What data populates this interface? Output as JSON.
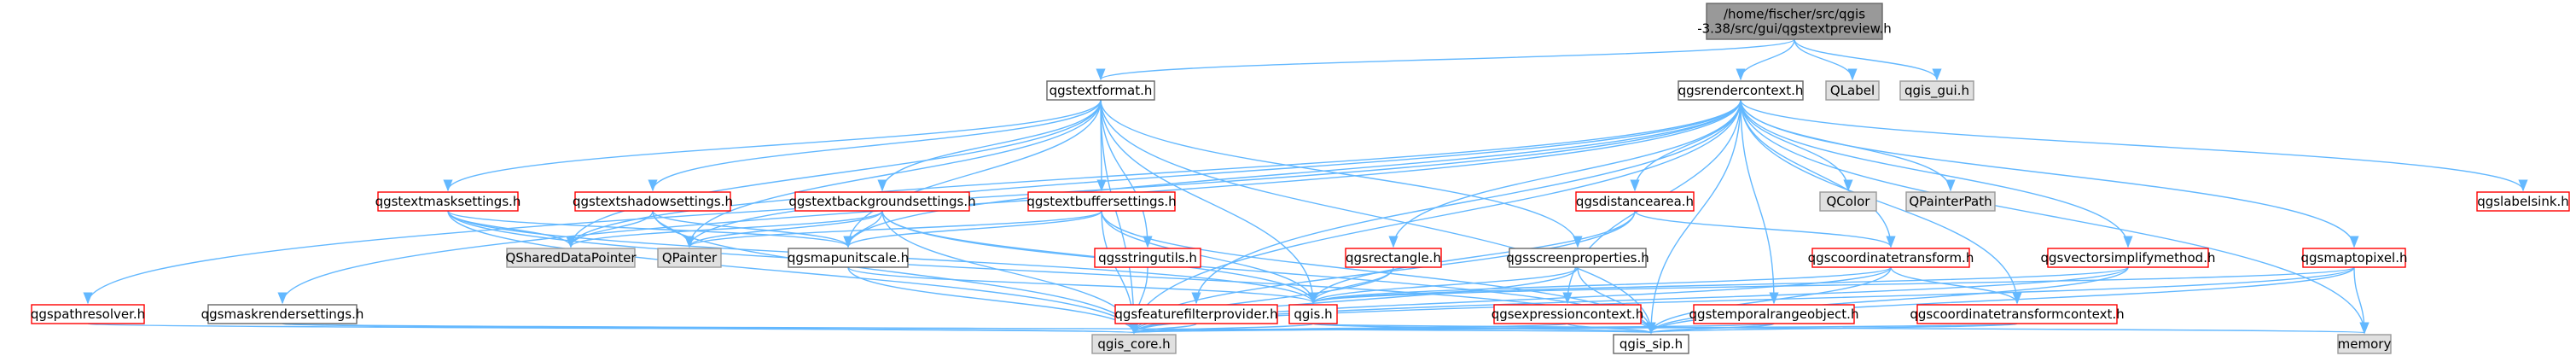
{
  "colors": {
    "edge": "#63b8ff",
    "root_fill": "#999999",
    "root_border": "#666666",
    "linked_fill": "#ffffff",
    "linked_border": "#ff0000",
    "external_fill": "#e0e0e0",
    "external_border": "#999999"
  },
  "nodes": [
    {
      "id": "root",
      "label": "/home/fischer/src/qgis\n-3.38/src/gui/qgstextpreview.h",
      "style": "root"
    },
    {
      "id": "textformat",
      "label": "qgstextformat.h",
      "style": "normal"
    },
    {
      "id": "rendercontext",
      "label": "qgsrendercontext.h",
      "style": "normal"
    },
    {
      "id": "qlabel",
      "label": "QLabel",
      "style": "external"
    },
    {
      "id": "qgisgui",
      "label": "qgis_gui.h",
      "style": "external"
    },
    {
      "id": "textmask",
      "label": "qgstextmasksettings.h",
      "style": "linked"
    },
    {
      "id": "textshadow",
      "label": "qgstextshadowsettings.h",
      "style": "linked"
    },
    {
      "id": "textbg",
      "label": "qgstextbackgroundsettings.h",
      "style": "linked"
    },
    {
      "id": "textbuffer",
      "label": "qgstextbuffersettings.h",
      "style": "linked"
    },
    {
      "id": "distancearea",
      "label": "qgsdistancearea.h",
      "style": "linked"
    },
    {
      "id": "qcolor",
      "label": "QColor",
      "style": "external"
    },
    {
      "id": "qpainterpath",
      "label": "QPainterPath",
      "style": "external"
    },
    {
      "id": "labelsink",
      "label": "qgslabelsink.h",
      "style": "linked"
    },
    {
      "id": "qshared",
      "label": "QSharedDataPointer",
      "style": "external"
    },
    {
      "id": "qpainter",
      "label": "QPainter",
      "style": "external"
    },
    {
      "id": "mapunitscale",
      "label": "qgsmapunitscale.h",
      "style": "normal"
    },
    {
      "id": "stringutils",
      "label": "qgsstringutils.h",
      "style": "linked"
    },
    {
      "id": "rectangle",
      "label": "qgsrectangle.h",
      "style": "linked"
    },
    {
      "id": "screenprops",
      "label": "qgsscreenproperties.h",
      "style": "normal"
    },
    {
      "id": "coordtransform",
      "label": "qgscoordinatetransform.h",
      "style": "linked"
    },
    {
      "id": "vectorsimplify",
      "label": "qgsvectorsimplifymethod.h",
      "style": "linked"
    },
    {
      "id": "maptopixel",
      "label": "qgsmaptopixel.h",
      "style": "linked"
    },
    {
      "id": "pathresolver",
      "label": "qgspathresolver.h",
      "style": "linked"
    },
    {
      "id": "maskrender",
      "label": "qgsmaskrendersettings.h",
      "style": "normal"
    },
    {
      "id": "featurefilter",
      "label": "qgsfeaturefilterprovider.h",
      "style": "linked"
    },
    {
      "id": "qgis",
      "label": "qgis.h",
      "style": "linked"
    },
    {
      "id": "exprcontext",
      "label": "qgsexpressioncontext.h",
      "style": "linked"
    },
    {
      "id": "temporalrange",
      "label": "qgstemporalrangeobject.h",
      "style": "linked"
    },
    {
      "id": "coordtransformctx",
      "label": "qgscoordinatetransformcontext.h",
      "style": "linked"
    },
    {
      "id": "memory",
      "label": "memory",
      "style": "external"
    },
    {
      "id": "qgiscore",
      "label": "qgis_core.h",
      "style": "external"
    },
    {
      "id": "qgissip",
      "label": "qgis_sip.h",
      "style": "normal"
    }
  ]
}
